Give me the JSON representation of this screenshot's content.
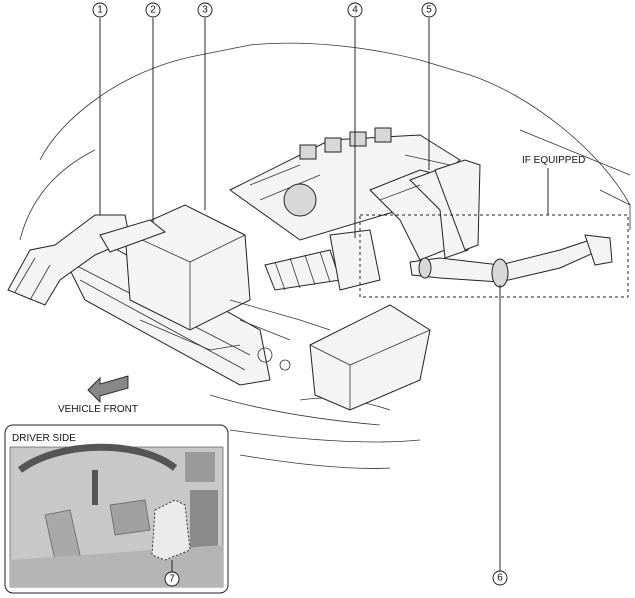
{
  "callouts": [
    {
      "id": 1,
      "text": "1"
    },
    {
      "id": 2,
      "text": "2"
    },
    {
      "id": 3,
      "text": "3"
    },
    {
      "id": 4,
      "text": "4"
    },
    {
      "id": 5,
      "text": "5"
    },
    {
      "id": 6,
      "text": "6"
    },
    {
      "id": 7,
      "text": "7"
    }
  ],
  "labels": {
    "if_equipped": "IF EQUIPPED",
    "vehicle_front": "VEHICLE FRONT",
    "driver_side": "DRIVER SIDE"
  },
  "colors": {
    "line": "#222222",
    "photo_bg": "#c8c8c8"
  }
}
